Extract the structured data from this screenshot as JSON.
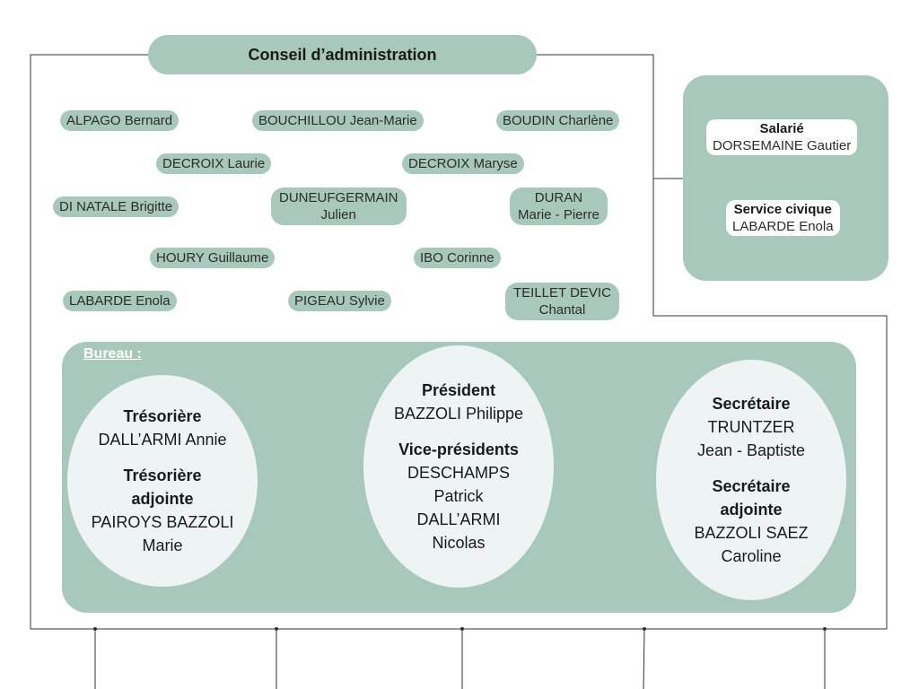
{
  "title": "Conseil d’administration",
  "members": [
    {
      "id": "alpago",
      "text": "ALPAGO Bernard"
    },
    {
      "id": "bouchillou",
      "text": "BOUCHILLOU Jean-Marie"
    },
    {
      "id": "boudin",
      "text": "BOUDIN Charlène"
    },
    {
      "id": "decroix-laurie",
      "text": "DECROIX Laurie"
    },
    {
      "id": "decroix-maryse",
      "text": "DECROIX Maryse"
    },
    {
      "id": "di-natale",
      "text": "DI NATALE Brigitte"
    },
    {
      "id": "duneufgermain",
      "line1": "DUNEUFGERMAIN",
      "line2": "Julien"
    },
    {
      "id": "duran",
      "line1": "DURAN",
      "line2": "Marie - Pierre"
    },
    {
      "id": "houry",
      "text": "HOURY Guillaume"
    },
    {
      "id": "ibo",
      "text": "IBO Corinne"
    },
    {
      "id": "labarde",
      "text": "LABARDE Enola"
    },
    {
      "id": "pigeau",
      "text": "PIGEAU Sylvie"
    },
    {
      "id": "teillet",
      "line1": "TEILLET DEVIC",
      "line2": "Chantal"
    }
  ],
  "staff": {
    "salarie": {
      "role": "Salarié",
      "name": "DORSEMAINE Gautier"
    },
    "service_civique": {
      "role": "Service civique",
      "name": "LABARDE Enola"
    }
  },
  "bureau": {
    "label": "Bureau : ",
    "tresorerie": {
      "role1": "Trésorière",
      "name1": "DALL’ARMI Annie",
      "role2_line1": "Trésorière",
      "role2_line2": "adjointe",
      "name2_line1": "PAIROYS BAZZOLI",
      "name2_line2": "Marie"
    },
    "presidence": {
      "role1": "Président",
      "name1": "BAZZOLI Philippe",
      "role2": "Vice-présidents",
      "name2_line1": "DESCHAMPS",
      "name2_line2": "Patrick",
      "name3_line1": "DALL’ARMI",
      "name3_line2": "Nicolas"
    },
    "secretariat": {
      "role1": "Secrétaire",
      "name1_line1": "TRUNTZER",
      "name1_line2": "Jean - Baptiste",
      "role2_line1": "Secrétaire",
      "role2_line2": "adjointe",
      "name2_line1": "BAZZOLI SAEZ",
      "name2_line2": "Caroline"
    }
  },
  "colors": {
    "green": "#a8c8bb",
    "ellipse": "#eef3f3",
    "line": "#333333"
  }
}
